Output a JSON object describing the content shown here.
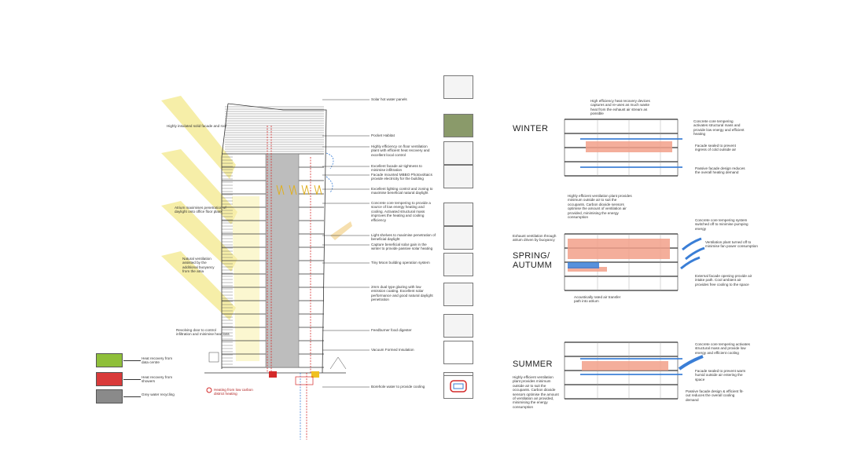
{
  "left_callouts": [
    "Solar hot water panels",
    "Pocket Habitat",
    "Highly efficiency on floor ventilation plant with efficient heat recovery and excellent local control",
    "Excellent facade air tightness to minimise infiltration",
    "Facade mounted MBBO Photovoltaics provide electricity for the building",
    "Excellent lighting control and zoning to maximise beneficial natural daylight",
    "Concrete core tempering to provide a source of low energy heating and cooling. Activated structural mass improves the heating and cooling efficiency",
    "Light shelves to maximise penetration of beneficial daylight",
    "Capture beneficial solar gain in the winter to provide passive solar heating",
    "Tiny Moon building operation system",
    "2mm dual type glazing with low emission coating. Excellent solar performance and good natural daylight penetration",
    "Feedburner food digester",
    "Vacuum Formed Insulation",
    "Borehole water to provide cooling"
  ],
  "left_side_labels": [
    "Highly insulated solid facade and roof",
    "Atrium maximises penetration of daylight onto office floor plate",
    "Natural ventilation assisted by the additional buoyancy from the atria",
    "Revolving door to control infiltration and minimise heat loss",
    "Heating from low carbon district heating"
  ],
  "legend": [
    {
      "label": "Heat recovery from data centre",
      "color": "#8fbf3a",
      "icon": "server-icon"
    },
    {
      "label": "Heat recovery from showers",
      "color": "#d93a3a",
      "icon": "water-drops-icon"
    },
    {
      "label": "Grey water recycling",
      "color": "#8a8a8a",
      "icon": "water-drops-icon"
    }
  ],
  "winter": {
    "title": "WINTER",
    "notes": [
      "High efficiency heat recovery devices captures and re-uses as much waste heat from the exhaust air stream as possible",
      "Concrete core tempering activates structural mass and provide low energy and efficient heating",
      "Facade sealed to prevent ingress of cold outside air",
      "Passive facade design reduces the overall heating demand",
      "Highly efficient ventilation plant provides minimum outside air to suit the occupants. Carbon dioxide sensors optimise the amount of ventilation air provided, minimising the energy consumption"
    ]
  },
  "spring": {
    "title_line1": "SPRING/",
    "title_line2": "AUTUMM",
    "notes": [
      "Concrete core tempering system switched off to minimise pumping energy",
      "Exhaust ventilation through atrium driven by buoyancy",
      "Ventilation plant turned off to minimise fan power consumption",
      "External facade opening provide air intake path. Cool ambient air provides free cooling to the space",
      "Acoustically rated air transfer path into atrium"
    ]
  },
  "summer": {
    "title": "SUMMER",
    "notes": [
      "Concrete core tempering activates structural mass and provide low energy and efficient cooling",
      "Facade sealed to prevent warm humid outside air entering the space",
      "Passive facade design & efficient fit-out reduces the overall cooling demand",
      "Highly efficient ventilation plant provides minimum outside air to suit the occupants. Carbon dioxide sensors optimise the amount of ventilation air provided, minimising the energy consumption"
    ]
  },
  "colors": {
    "heat": "#f2a08a",
    "cool": "#3a7ed6",
    "light": "#f5ec9a",
    "structure": "#333333",
    "red_pipe": "#d42a2a"
  }
}
